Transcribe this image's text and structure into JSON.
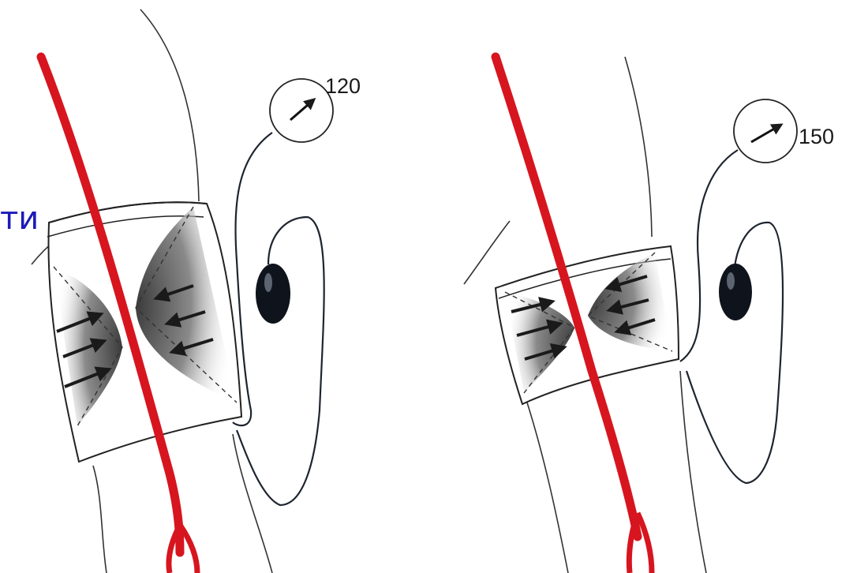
{
  "slide": {
    "title_fragment": "ти"
  },
  "panels": [
    {
      "gauge_reading": "120"
    },
    {
      "gauge_reading": "150"
    }
  ],
  "colors": {
    "artery": "#d7151f",
    "outline": "#222222",
    "tube": "#1e2530",
    "bulb": "#0f141c",
    "title_text": "#1c1ab8"
  }
}
